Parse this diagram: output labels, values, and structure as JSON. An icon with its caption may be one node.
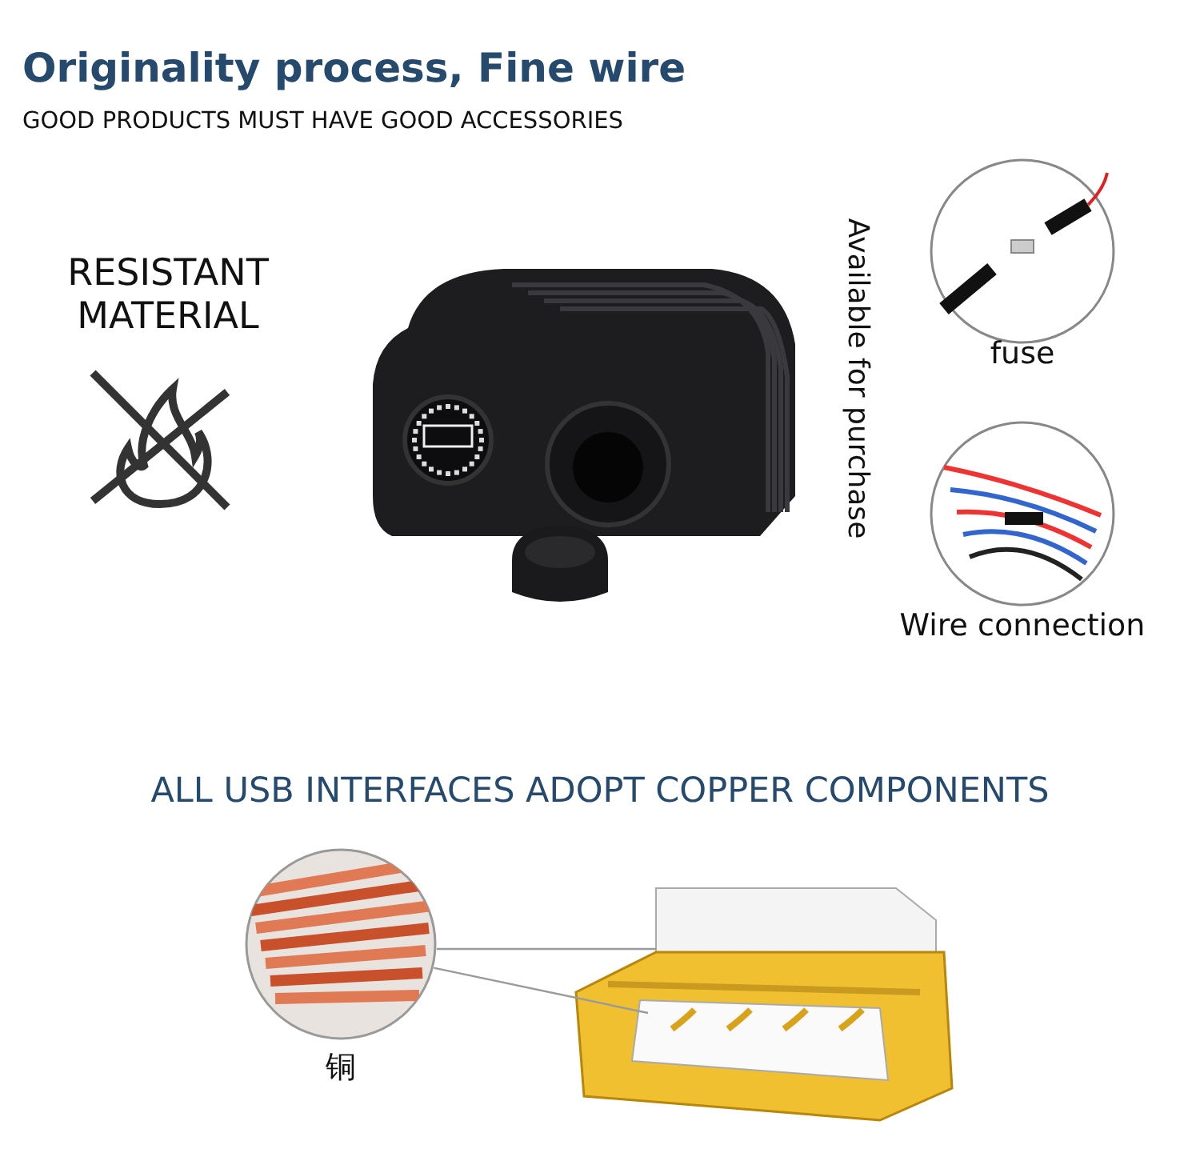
{
  "diagram": {
    "title": "Originality process, Fine wire",
    "nodes": [
      {
        "text": [],
        "shape": "picture",
        "beside": [
          "fuse"
        ]
      },
      {
        "text": [],
        "shape": "picture",
        "beside": [
          "Wire connection"
        ]
      },
      {
        "text": [],
        "shape": "picture",
        "beside": [
          "铜"
        ]
      },
      {
        "text": [],
        "shape": "picture"
      }
    ],
    "edges": [
      {
        "from": 2,
        "to": 3,
        "arrow": "none"
      },
      {
        "from": 2,
        "to": 3,
        "arrow": "none"
      }
    ],
    "labels": [
      "GOOD PRODUCTS MUST HAVE GOOD ACCESSORIES",
      "RESISTANT MATERIAL",
      "Available for purchase",
      "ALL USB INTERFACES ADOPT COPPER COMPONENTS"
    ]
  }
}
